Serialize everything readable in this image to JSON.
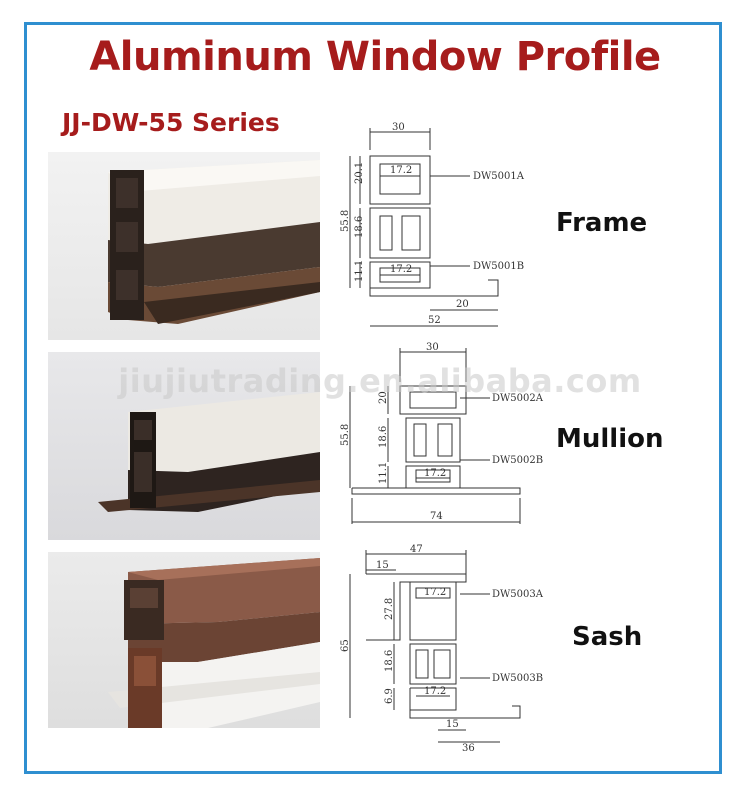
{
  "title": "Aluminum Window Profile",
  "subtitle": "JJ-DW-55 Series",
  "watermark": "jiujiutrading.en.alibaba.com",
  "accent_border_color": "#2f8fd0",
  "title_color": "#a61c1c",
  "profiles": [
    {
      "label": "Frame",
      "drawing": {
        "dims": [
          "30",
          "17.2",
          "20.1",
          "55.8",
          "18.6",
          "11.1",
          "17.2",
          "20",
          "52"
        ],
        "codes": [
          "DW5001A",
          "DW5001B"
        ]
      }
    },
    {
      "label": "Mullion",
      "drawing": {
        "dims": [
          "30",
          "20",
          "55.8",
          "18.6",
          "11.1",
          "17.2",
          "74"
        ],
        "codes": [
          "DW5002A",
          "DW5002B"
        ]
      }
    },
    {
      "label": "Sash",
      "drawing": {
        "dims": [
          "47",
          "15",
          "17.2",
          "27.8",
          "65",
          "18.6",
          "6.9",
          "17.2",
          "15",
          "36"
        ],
        "codes": [
          "DW5003A",
          "DW5003B"
        ]
      }
    }
  ]
}
